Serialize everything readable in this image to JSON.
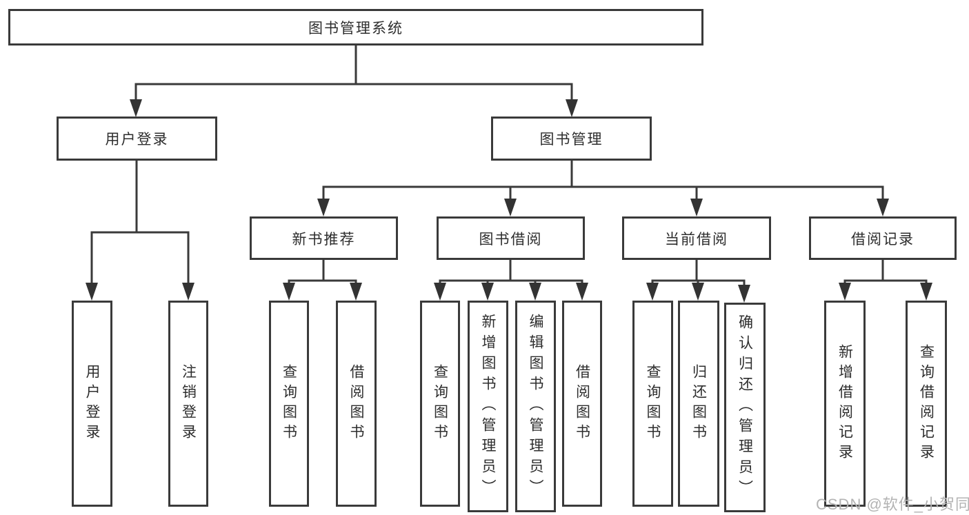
{
  "diagram_type": "hierarchy-tree",
  "colors": {
    "line": "#3a3a3a",
    "text": "#2d2d2d",
    "watermark": "#b3b3b3",
    "background": "#ffffff"
  },
  "watermark": {
    "text": "CSDN @软件_小贺同学"
  },
  "tree": {
    "label": "图书管理系统",
    "children": [
      {
        "label": "用户登录",
        "children": [
          {
            "label": "用户登录"
          },
          {
            "label": "注销登录"
          }
        ]
      },
      {
        "label": "图书管理",
        "children": [
          {
            "label": "新书推荐",
            "children": [
              {
                "label": "查询图书"
              },
              {
                "label": "借阅图书"
              }
            ]
          },
          {
            "label": "图书借阅",
            "children": [
              {
                "label": "查询图书"
              },
              {
                "label": "新增图书（管理员）"
              },
              {
                "label": "编辑图书（管理员）"
              },
              {
                "label": "借阅图书"
              }
            ]
          },
          {
            "label": "当前借阅",
            "children": [
              {
                "label": "查询图书"
              },
              {
                "label": "归还图书"
              },
              {
                "label": "确认归还（管理员）"
              }
            ]
          },
          {
            "label": "借阅记录",
            "children": [
              {
                "label": "新增借阅记录"
              },
              {
                "label": "查询借阅记录"
              }
            ]
          }
        ]
      }
    ]
  }
}
